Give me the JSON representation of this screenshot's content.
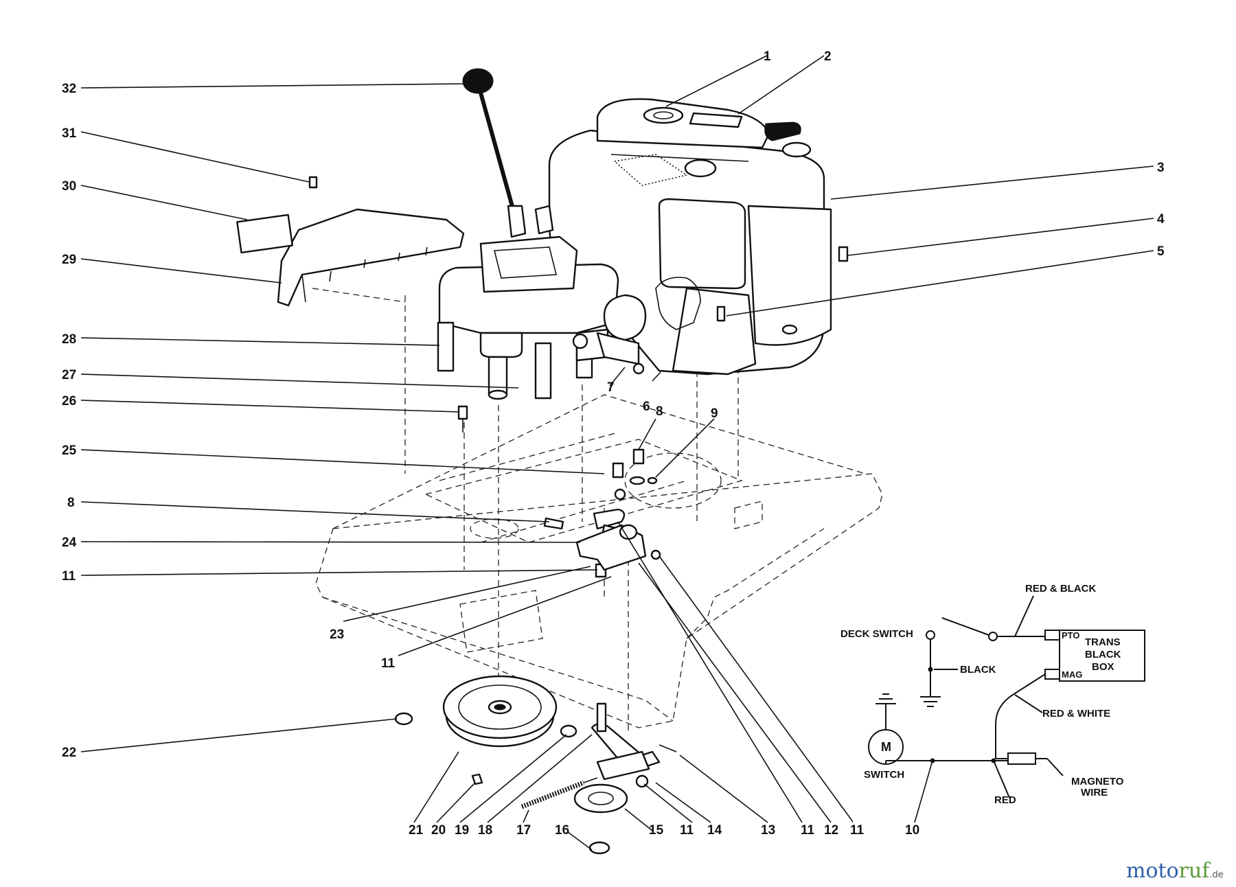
{
  "callouts": [
    {
      "label": "1"
    },
    {
      "label": "2"
    },
    {
      "label": "3"
    },
    {
      "label": "4"
    },
    {
      "label": "5"
    },
    {
      "label": "6"
    },
    {
      "label": "7"
    },
    {
      "label": "8"
    },
    {
      "label": "9"
    },
    {
      "label": "8"
    },
    {
      "label": "10"
    },
    {
      "label": "11"
    },
    {
      "label": "11"
    },
    {
      "label": "11"
    },
    {
      "label": "11"
    },
    {
      "label": "11"
    },
    {
      "label": "12"
    },
    {
      "label": "13"
    },
    {
      "label": "14"
    },
    {
      "label": "15"
    },
    {
      "label": "16"
    },
    {
      "label": "17"
    },
    {
      "label": "18"
    },
    {
      "label": "19"
    },
    {
      "label": "20"
    },
    {
      "label": "21"
    },
    {
      "label": "22"
    },
    {
      "label": "23"
    },
    {
      "label": "24"
    },
    {
      "label": "25"
    },
    {
      "label": "26"
    },
    {
      "label": "27"
    },
    {
      "label": "28"
    },
    {
      "label": "29"
    },
    {
      "label": "30"
    },
    {
      "label": "31"
    },
    {
      "label": "32"
    }
  ],
  "wiring": {
    "red_black": "RED & BLACK",
    "deck_switch": "DECK SWITCH",
    "black": "BLACK",
    "pto": "PTO",
    "mag": "MAG",
    "box_line1": "TRANS",
    "box_line2": "BLACK",
    "box_line3": "BOX",
    "red_white": "RED & WHITE",
    "switch_symbol": "M",
    "switch": "SWITCH",
    "red": "RED",
    "magneto_line1": "MAGNETO",
    "magneto_line2": "WIRE"
  },
  "watermark": {
    "part1": "moto",
    "part2": "ruf",
    "part3": ".de"
  }
}
